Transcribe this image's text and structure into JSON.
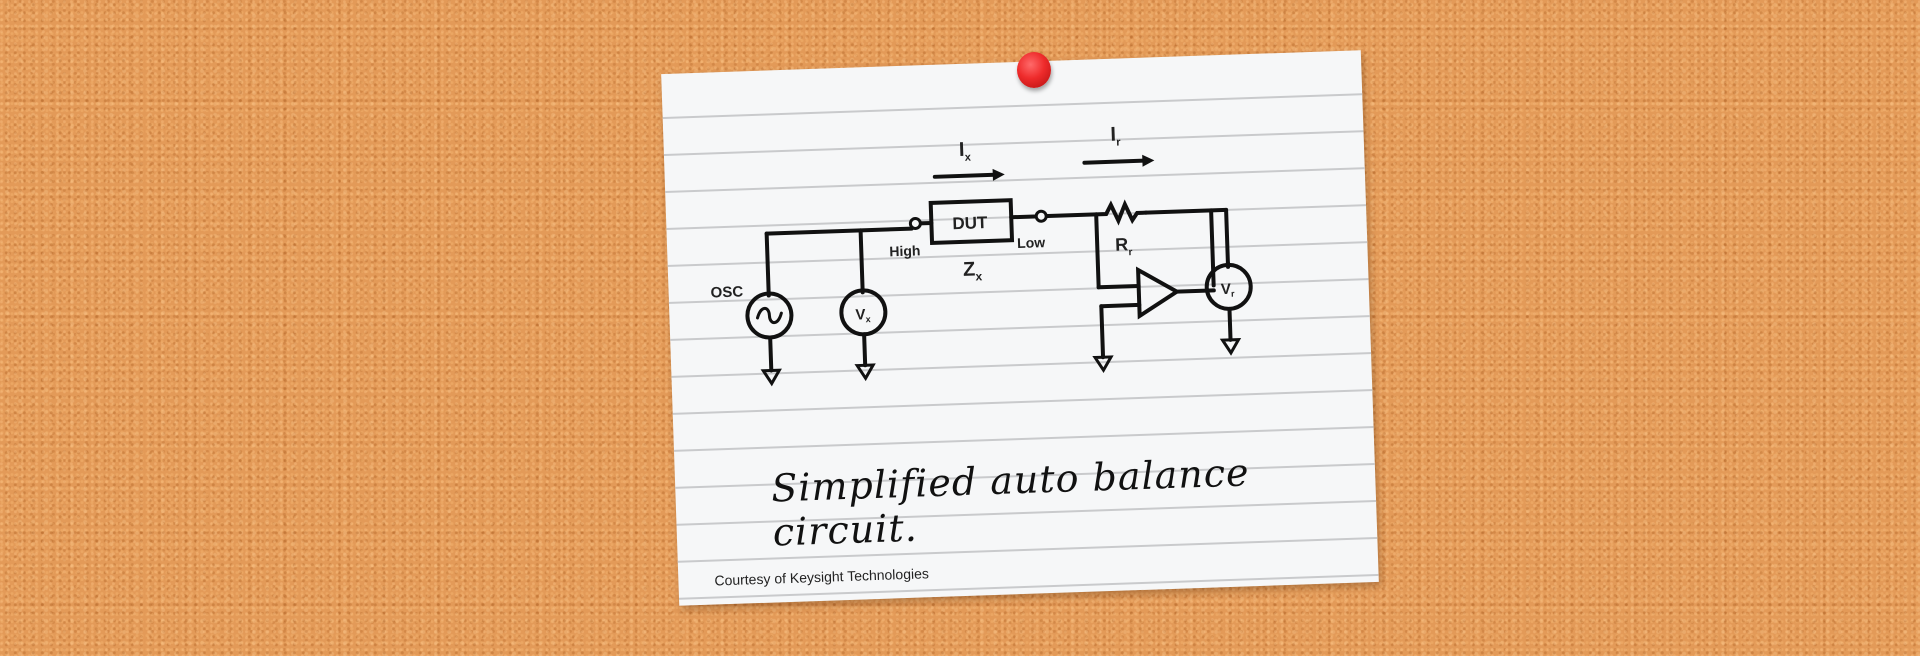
{
  "diagram": {
    "title": "Simplified auto balance circuit.",
    "credit": "Courtesy of Keysight Technologies",
    "labels": {
      "osc": "OSC",
      "high": "High",
      "low": "Low",
      "dut": "DUT",
      "zx": "Z",
      "zx_sub": "x",
      "ix": "I",
      "ix_sub": "x",
      "ir": "I",
      "ir_sub": "r",
      "rr": "R",
      "rr_sub": "r",
      "vx": "V",
      "vx_sub": "x",
      "vr": "V",
      "vr_sub": "r"
    },
    "colors": {
      "cork": "#e39a58",
      "card": "#f6f7f8",
      "pin": "#ee2b2b",
      "ink": "#111111"
    }
  }
}
